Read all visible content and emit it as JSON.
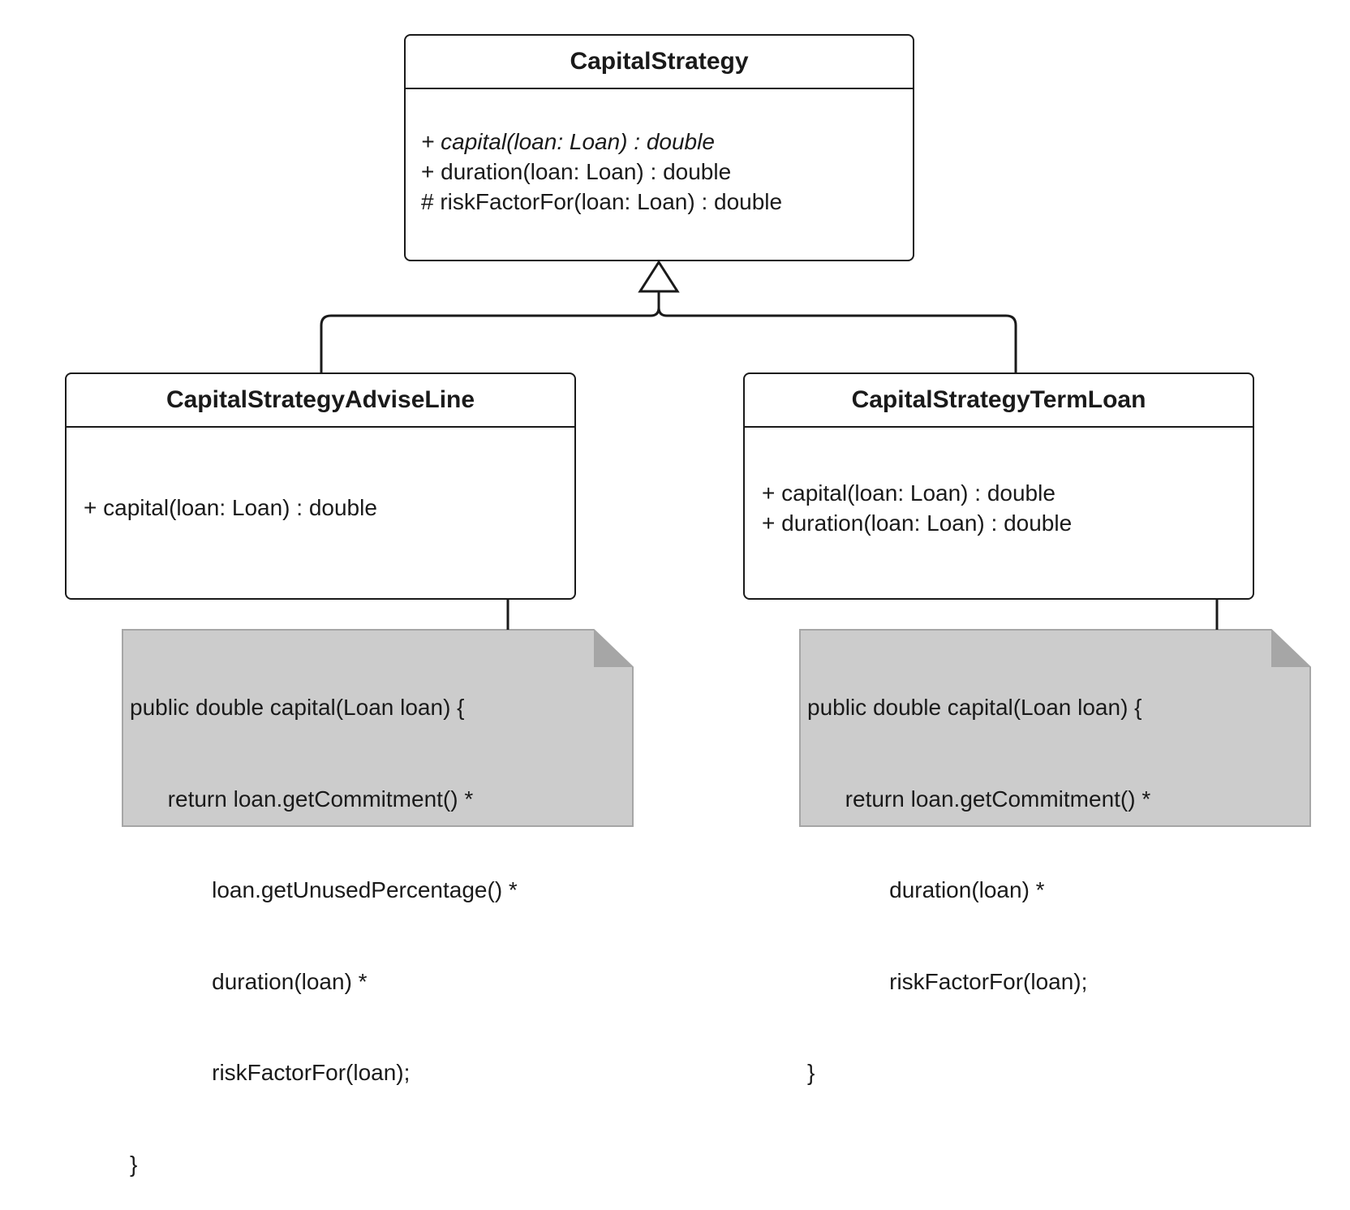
{
  "classes": {
    "base": {
      "name": "CapitalStrategy",
      "methods": [
        {
          "text": "+ capital(loan: Loan) : double",
          "abstract": true
        },
        {
          "text": "+ duration(loan: Loan) : double",
          "abstract": false
        },
        {
          "text": "# riskFactorFor(loan: Loan) : double",
          "abstract": false
        }
      ]
    },
    "advise_line": {
      "name": "CapitalStrategyAdviseLine",
      "methods": [
        {
          "text": "+ capital(loan: Loan) : double",
          "abstract": false
        }
      ]
    },
    "term_loan": {
      "name": "CapitalStrategyTermLoan",
      "methods": [
        {
          "text": "+ capital(loan: Loan) : double",
          "abstract": false
        },
        {
          "text": "+ duration(loan: Loan) : double",
          "abstract": false
        }
      ]
    }
  },
  "notes": {
    "advise_line": {
      "lines": [
        "public double capital(Loan loan) {",
        "      return loan.getCommitment() *",
        "             loan.getUnusedPercentage() *",
        "             duration(loan) *",
        "             riskFactorFor(loan);",
        "}"
      ]
    },
    "term_loan": {
      "lines": [
        "public double capital(Loan loan) {",
        "      return loan.getCommitment() *",
        "             duration(loan) *",
        "             riskFactorFor(loan);",
        "}"
      ]
    }
  },
  "colors": {
    "stroke": "#1a1a1a",
    "note_fill": "#cccccc",
    "note_border": "#a6a6a6",
    "note_fold": "#a6a6a6"
  }
}
